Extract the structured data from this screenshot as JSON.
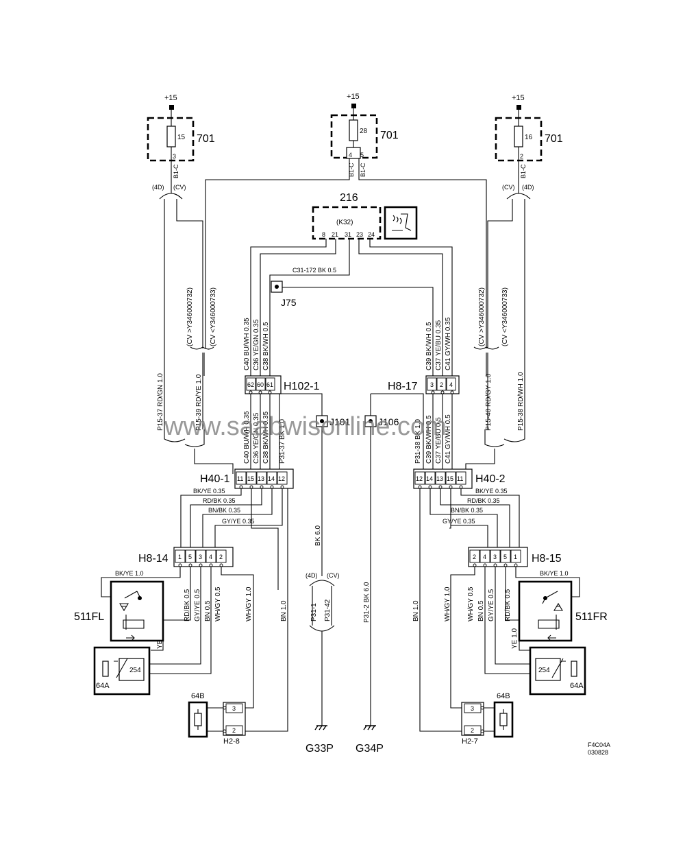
{
  "supply": {
    "plus15": "+15",
    "fuse_block": "701",
    "fuse_left": "15",
    "fuse_mid": "28",
    "fuse_right": "16",
    "pin3": "3",
    "pin4": "4",
    "pin5": "5",
    "pin2": "2",
    "b1c": "B1-C"
  },
  "module": {
    "id": "216",
    "code": "(K32)",
    "pins": [
      "8",
      "21",
      "31",
      "23",
      "24"
    ]
  },
  "variants": {
    "d4": "(4D)",
    "cv": "(CV)",
    "cv_gt": "(CV >Y346000732)",
    "cv_lt": "(CV <Y346000733)"
  },
  "nodes": {
    "j75": "J75",
    "j101": "J101",
    "j106": "J106",
    "g33p": "G33P",
    "g34p": "G34P"
  },
  "wires": {
    "c31": "C31-172 BK   0.5",
    "c40": "C40  BU/WH  0.35",
    "c36": "C36  YE/GN  0.35",
    "c38": "C38  BK/WH  0.5",
    "c39": "C39  BK/WH  0.5",
    "c37": "C37  YE/BU  0.35",
    "c41": "C41  GY/WH  0.35",
    "p15_37": "P15-37  RD/GN 1.0",
    "p15_39": "P15-39  RD/YE 1.0",
    "p15_40": "P15-40 RD/GY 1.0",
    "p15_38": "P15-38 RD/WH 1.0",
    "c40b": "C40  BU/WH 0.35",
    "c36b": "C36  YE/GN  0.35",
    "c38b": "C38  BK/WH 0.35",
    "p31_37": "P31-37  BK  1.0",
    "p31_38": "P31-38  BK  1.0",
    "c39b": "C39  BK/WH  0.5",
    "c37b": "C37  YE/BU  0.5",
    "c41b": "C41  GY/WH  0.5",
    "bkye035": "BK/YE   0.35",
    "rdbk035": "RD/BK   0.35",
    "bnbk035": "BN/BK   0.35",
    "gyye035": "GY/YE   0.35",
    "bkye10": "BK/YE   1.0",
    "rdbk05": "RD/BK  0.5",
    "gyye05": "GY/YE  0.5",
    "bn05": "BN  0.5",
    "whgy05": "WH/GY  0.5",
    "whgy10": "WH/GY  1.0",
    "bn10": "BN  1.0",
    "ye10": "YE  1.0",
    "bk60": "BK  6.0",
    "p31_1": "P31-1",
    "p31_42": "P31-42",
    "p31_2": "P31-2  BK  6.0"
  },
  "connectors": {
    "h102_1": {
      "label": "H102-1",
      "pins": [
        "62",
        "60",
        "61"
      ]
    },
    "h8_17": {
      "label": "H8-17",
      "pins": [
        "3",
        "2",
        "4"
      ]
    },
    "h40_1": {
      "label": "H40-1",
      "pins": [
        "11",
        "15",
        "13",
        "14",
        "12"
      ]
    },
    "h40_2": {
      "label": "H40-2",
      "pins": [
        "12",
        "14",
        "13",
        "15",
        "11"
      ]
    },
    "h8_14": {
      "label": "H8-14",
      "pins": [
        "1",
        "5",
        "3",
        "4",
        "2"
      ]
    },
    "h8_15": {
      "label": "H8-15",
      "pins": [
        "2",
        "4",
        "3",
        "5",
        "1"
      ]
    },
    "h2_8": {
      "label": "H2-8",
      "pins": [
        "3",
        "2"
      ]
    },
    "h2_7": {
      "label": "H2-7",
      "pins": [
        "3",
        "2"
      ]
    }
  },
  "components": {
    "s511fl": "511FL",
    "s511fr": "511FR",
    "c64a": "64A",
    "c64b": "64B",
    "ntc": "254"
  },
  "footer": {
    "code": "F4C04A",
    "date": "030828"
  },
  "watermark": "www.saabwisonline.com"
}
